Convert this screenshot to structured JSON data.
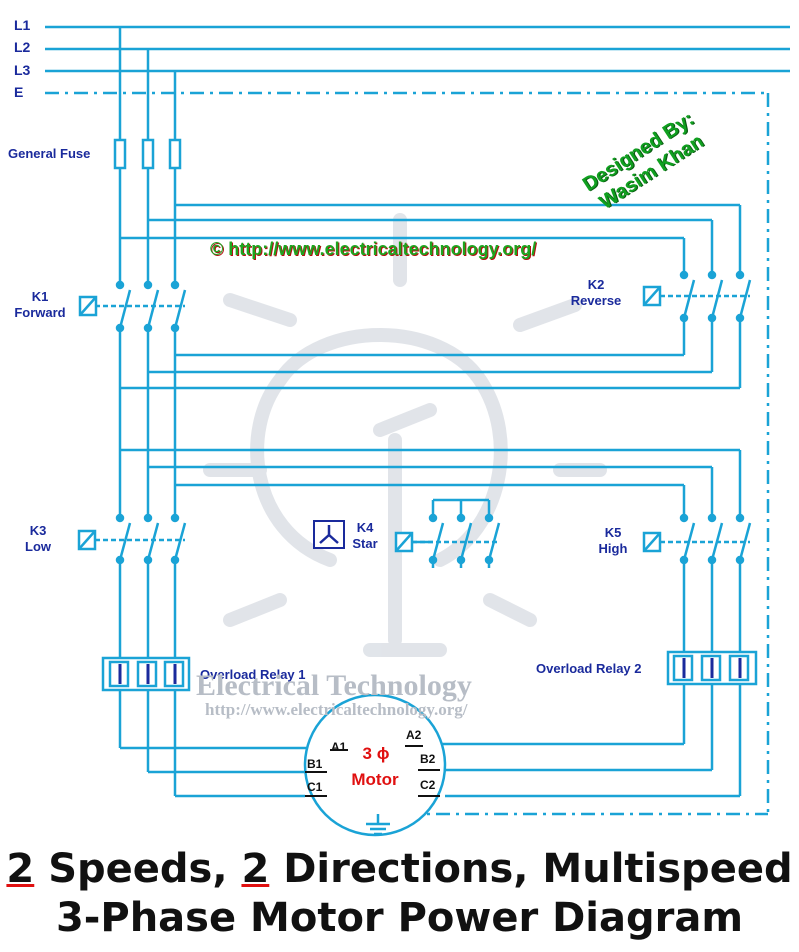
{
  "lines": [
    "L1",
    "L2",
    "L3",
    "E"
  ],
  "fuse_label": "General Fuse",
  "designer": {
    "line1": "Designed By:",
    "line2": "Wasim Khan"
  },
  "copyright": "© http://www.electricaltechnology.org/",
  "contactors": {
    "k1": {
      "id": "K1",
      "name": "Forward"
    },
    "k2": {
      "id": "K2",
      "name": "Reverse"
    },
    "k3": {
      "id": "K3",
      "name": "Low"
    },
    "k4": {
      "id": "K4",
      "name": "Star"
    },
    "k5": {
      "id": "K5",
      "name": "High"
    }
  },
  "overload": {
    "relay1": "Overload Relay 1",
    "relay2": "Overload Relay 2"
  },
  "watermark": {
    "title": "Electrical Technology",
    "url": "http://www.electricaltechnology.org/"
  },
  "motor": {
    "phase": "3 ϕ",
    "label": "Motor",
    "terminals": {
      "a1": "A1",
      "b1": "B1",
      "c1": "C1",
      "a2": "A2",
      "b2": "B2",
      "c2": "C2"
    }
  },
  "title": {
    "line1_n1": "2",
    "line1_t1": " Speeds, ",
    "line1_n2": "2",
    "line1_t2": " Directions, Multispeed",
    "line2": "3-Phase Motor Power Diagram"
  },
  "colors": {
    "wire": "#1aa3d6",
    "label": "#1a2a9c",
    "accent": "#e01010",
    "designer": "#10a020"
  }
}
